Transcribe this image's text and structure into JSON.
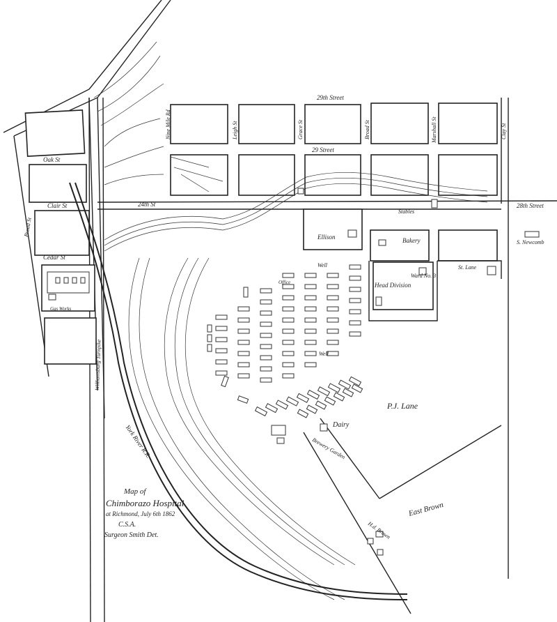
{
  "streets": {
    "st29_top": "29th Street",
    "st29": "29 Street",
    "oak": "Oak St",
    "clair": "Clair St",
    "st24": "24th St",
    "st28": "28th Street",
    "leigh": "Leigh St",
    "cedar": "Cedar St",
    "nine": "Nine Mile Rd",
    "grace": "Grace St",
    "broad": "Broad St",
    "marshall": "Marshall St",
    "clay": "Clay St",
    "williamsburg": "Williamsburg Turnpike",
    "broad_vert": "Broad St"
  },
  "features": {
    "york_river_rr": "York River R.R.",
    "ellison": "Ellison",
    "bakery": "Bakery",
    "ward_no3": "Ward No. 3",
    "hosp_div": "Head Division",
    "mill": "Well",
    "stables": "Stables",
    "dairy": "Dairy",
    "brewery": "Brewery Garden",
    "pj_lane": "P.J. Lane",
    "east_brown": "East Brown",
    "hd_brown": "H.d. Brown",
    "s_newcomb": "S. Newcomb",
    "st_lane": "St. Lane",
    "well_label": "Well",
    "office": "Office",
    "gas_works": "Gas Works"
  },
  "title_block": {
    "line1": "Map of",
    "line2": "Chimborazo Hospital",
    "line3": "at Richmond, July 6th 1862",
    "line4": "C.S.A.",
    "line5": "Surgeon Smith Det."
  }
}
